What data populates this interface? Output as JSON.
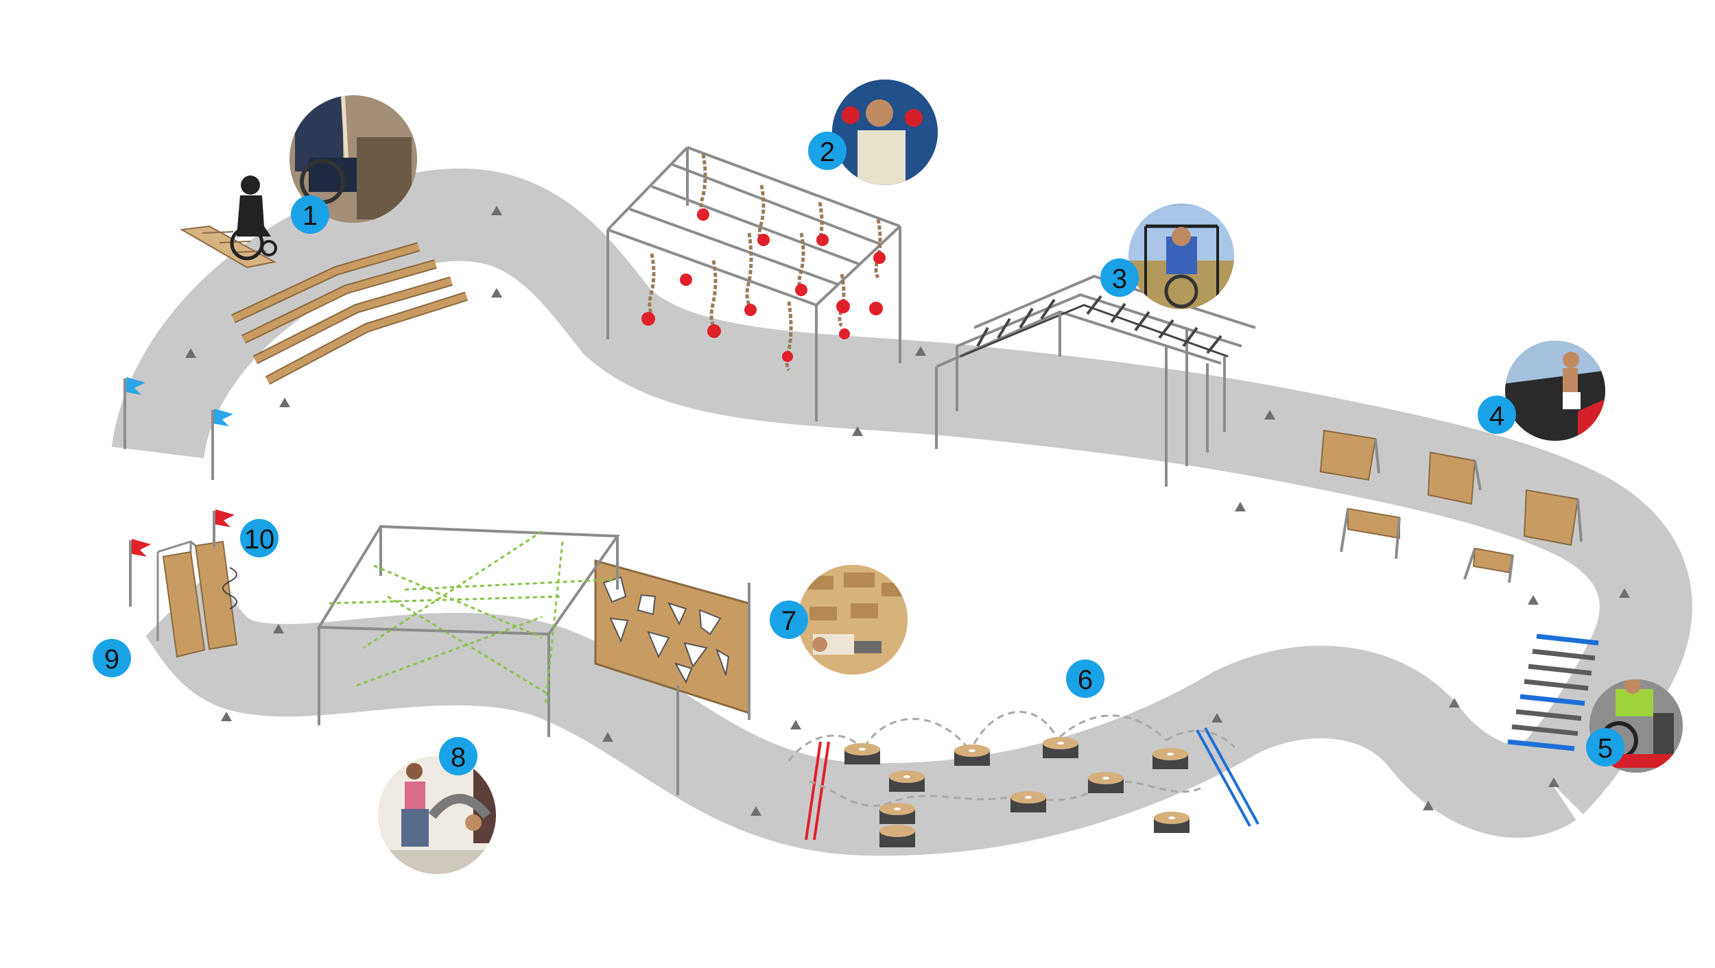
{
  "diagram": {
    "stations": [
      {
        "number": "1",
        "photo": "wheelchair-rope-ramp-photo"
      },
      {
        "number": "2",
        "photo": "ninja-rings-photo"
      },
      {
        "number": "3",
        "photo": "wheelchair-pullup-bar-photo"
      },
      {
        "number": "4",
        "photo": "wall-climb-photo"
      },
      {
        "number": "5",
        "photo": "wheelchair-ladder-photo"
      },
      {
        "number": "6",
        "photo": null
      },
      {
        "number": "7",
        "photo": "climbing-wall-photo"
      },
      {
        "number": "8",
        "photo": "crawl-exercise-photo"
      },
      {
        "number": "9",
        "photo": null
      },
      {
        "number": "10",
        "photo": null
      }
    ],
    "colors": {
      "track": "#c9c9c9",
      "badge": "#1aa2e6",
      "wood": "#c89b62",
      "wood_dark": "#8a6a40",
      "frame": "#8c8c8c",
      "ring": "#e0202a",
      "rope": "#9a7b5a",
      "start_flag": "#2aa6e8",
      "finish_flag": "#e0202a",
      "laser": "#88c34a",
      "ladder_blue": "#1c6fd8",
      "ladder_gray": "#5c5c5c"
    }
  }
}
